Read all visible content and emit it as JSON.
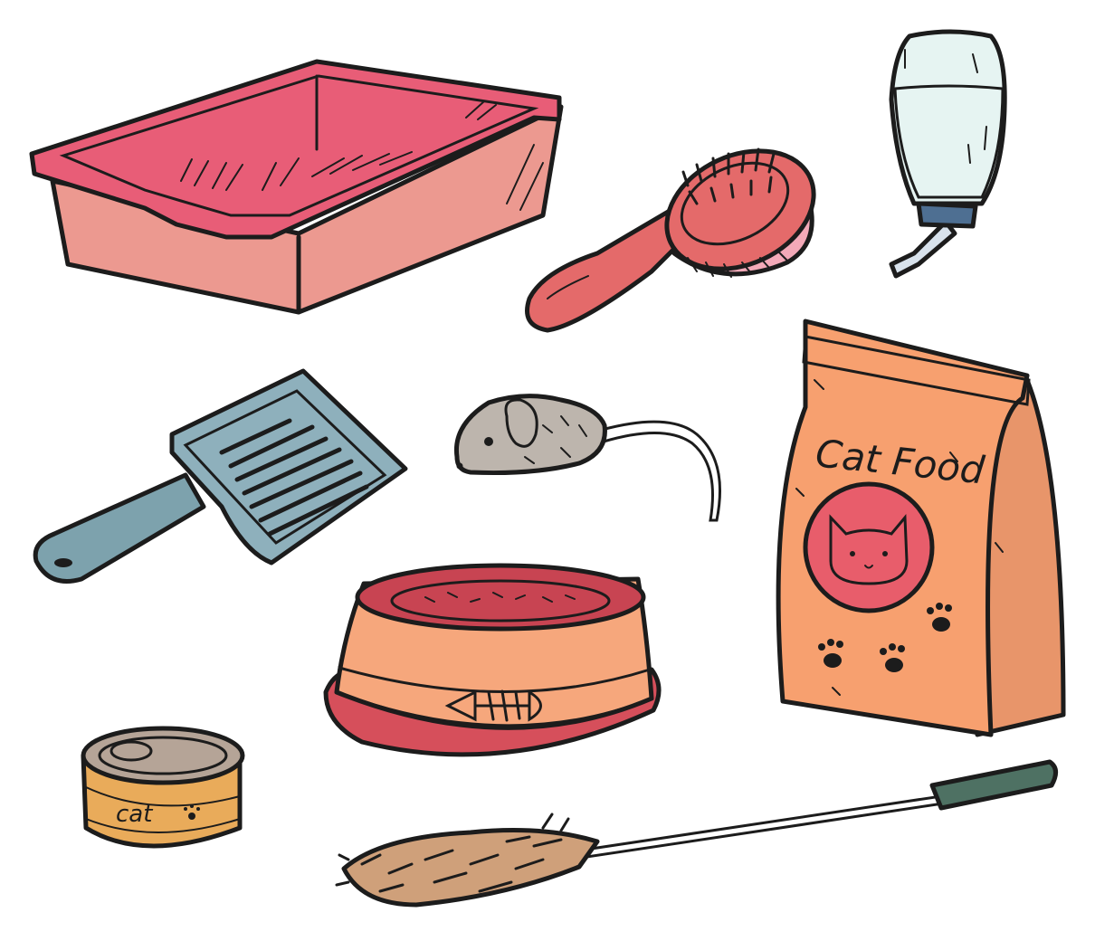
{
  "illustration": {
    "background": "#ffffff",
    "items": [
      {
        "name": "litter-box",
        "color": "#ec9990"
      },
      {
        "name": "brush",
        "color": "#e46a6a"
      },
      {
        "name": "water-bottle",
        "color": "#d6ecea"
      },
      {
        "name": "litter-scoop",
        "color": "#7da2ad"
      },
      {
        "name": "toy-mouse",
        "color": "#bdb5ad"
      },
      {
        "name": "food-bowl",
        "color": "#f6a77c"
      },
      {
        "name": "cat-food-bag",
        "color": "#f7a06f"
      },
      {
        "name": "cat-food-can",
        "color": "#e9ab5a"
      },
      {
        "name": "feather-wand",
        "color": "#cfa07a"
      }
    ]
  },
  "bag_label": "Cat Food",
  "can_label": "cat"
}
